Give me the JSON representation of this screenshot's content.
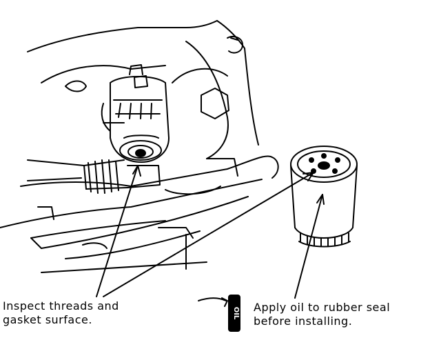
{
  "callouts": {
    "inspect": {
      "line1": "Inspect threads and",
      "line2": "gasket surface."
    },
    "apply_oil": {
      "line1": "Apply oil to rubber seal",
      "line2": "before installing."
    }
  },
  "oil_can_label": "OIL",
  "colors": {
    "ink": "#000000",
    "paper": "#ffffff"
  },
  "icons": [
    "oil-can-icon"
  ]
}
